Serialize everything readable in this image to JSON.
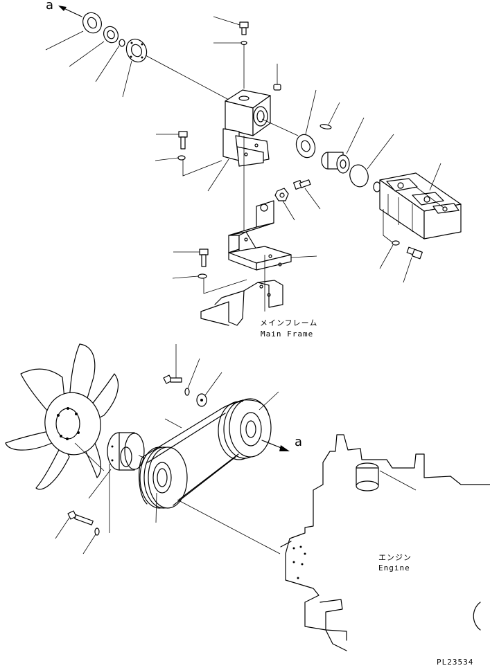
{
  "labels": {
    "arrow_top": "a",
    "arrow_mid": "a",
    "main_frame_jp": "メインフレーム",
    "main_frame_en": "Main Frame",
    "engine_jp": "エンジン",
    "engine_en": "Engine",
    "plate_number": "PL23534"
  }
}
